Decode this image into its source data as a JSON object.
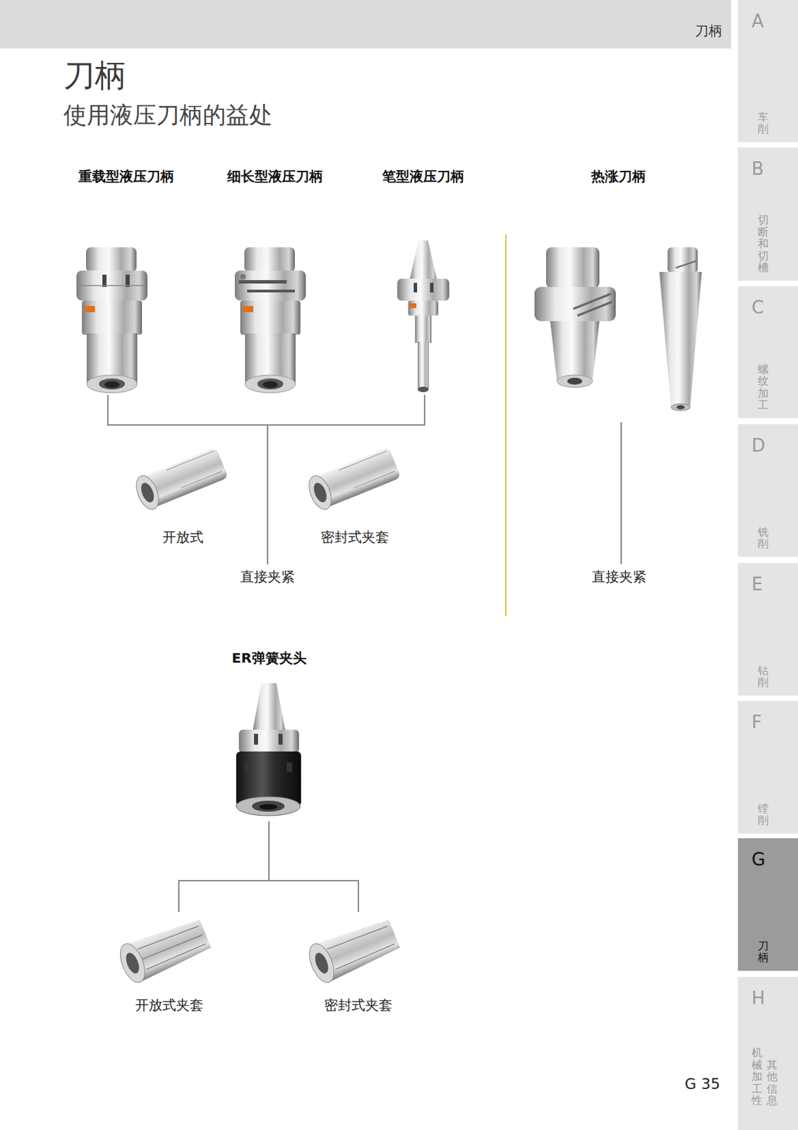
{
  "diagram": {
    "title": "刀柄",
    "nodes": [
      {
        "text": [
          "重载型液压刀柄"
        ]
      },
      {
        "text": [
          "细长型液压刀柄"
        ]
      },
      {
        "text": [
          "笔型液压刀柄"
        ]
      },
      {
        "text": [
          "热涨刀柄"
        ]
      },
      {
        "text": [
          "开放式"
        ]
      },
      {
        "text": [
          "密封式夹套"
        ]
      },
      {
        "text": [
          "直接夹紧"
        ]
      },
      {
        "text": [
          "直接夹紧"
        ]
      },
      {
        "text": [
          "ER弹簧夹头"
        ]
      },
      {
        "text": [
          "开放式夹套"
        ]
      },
      {
        "text": [
          "密封式夹套"
        ]
      }
    ],
    "edges": [
      {
        "from": 0,
        "to": 6,
        "arrow": "none"
      },
      {
        "from": 2,
        "to": 6,
        "arrow": "none"
      },
      {
        "from": 3,
        "to": 7,
        "arrow": "none"
      },
      {
        "from": 8,
        "to": 9,
        "arrow": "none"
      },
      {
        "from": 8,
        "to": 10,
        "arrow": "none"
      }
    ],
    "labels": [
      "刀柄",
      "使用液压刀柄的益处",
      "A",
      "车削",
      "B",
      "切断和切槽",
      "C",
      "螺纹加工",
      "D",
      "铣削",
      "E",
      "钻削",
      "F",
      "镗削",
      "G",
      "刀柄",
      "H",
      "机械加工性",
      "其他信息",
      "G 35"
    ]
  }
}
